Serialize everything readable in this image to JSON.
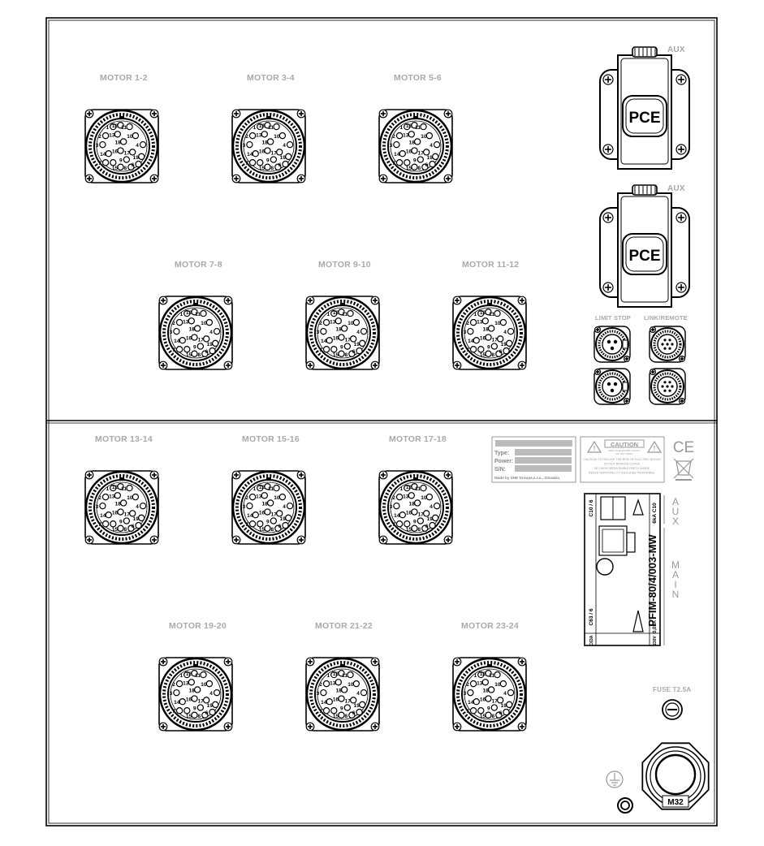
{
  "panel": {
    "upper_connectors": [
      "MOTOR 1-2",
      "MOTOR 3-4",
      "MOTOR 5-6",
      "MOTOR 7-8",
      "MOTOR 9-10",
      "MOTOR 11-12"
    ],
    "lower_connectors": [
      "MOTOR 13-14",
      "MOTOR 15-16",
      "MOTOR 17-18",
      "MOTOR 19-20",
      "MOTOR 21-22",
      "MOTOR 23-24"
    ],
    "aux_sockets": [
      {
        "label": "AUX",
        "brand": "PCE"
      },
      {
        "label": "AUX",
        "brand": "PCE"
      }
    ],
    "limit_stop_label": "LIMIT STOP",
    "link_remote_label": "LINK/REMOTE",
    "connector_pin_numbers": [
      "1",
      "12",
      "11",
      "2",
      "13",
      "10",
      "3",
      "18",
      "4",
      "14",
      "16",
      "17",
      "19",
      "9",
      "5",
      "15",
      "8",
      "6",
      "7"
    ],
    "nameplate": {
      "type_label": "Type:",
      "power_label": "Power:",
      "sn_label": "S/N:",
      "made_by": "Made by SHE Groupe,s.r.o., Slovakia"
    },
    "caution_label": {
      "title": "CAUTION",
      "header_text": [
        "RISK OF ELECTRIC SHOCK",
        "DO NOT OPEN"
      ],
      "body_text": [
        "CAUTION: TO REDUCE THE RISK OF ELECTRIC SHOCK",
        "DO NOT REMOVE COVER",
        "NO USER-SERVICEABLE PARTS INSIDE",
        "REFER SERVICING TO QUALIFIED PERSONNEL"
      ]
    },
    "ce_mark": "CE",
    "breaker": {
      "model": "PFIM-80/4/003-MW",
      "top_ratings": [
        "C10 / 6",
        "6kA C10"
      ],
      "bottom_ratings": [
        "C63 / 6",
        "0,03A"
      ],
      "corner_codes": [
        "C63A",
        "230V"
      ],
      "side_label_aux": "AUX",
      "side_label_main": "MAIN"
    },
    "fuse_label": "FUSE T2.5A",
    "gland_label": "M32"
  }
}
